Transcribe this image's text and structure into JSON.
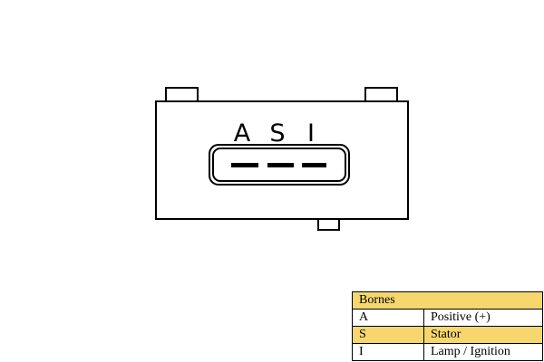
{
  "connector": {
    "pin_labels": [
      "A",
      "S",
      "I"
    ]
  },
  "legend": {
    "title": "Bornes",
    "rows": [
      {
        "code": "A",
        "description": "Positive (+)"
      },
      {
        "code": "S",
        "description": "Stator"
      },
      {
        "code": "I",
        "description": "Lamp / Ignition"
      }
    ]
  },
  "colors": {
    "legend_highlight": "#f5d76e",
    "line": "#000000"
  }
}
